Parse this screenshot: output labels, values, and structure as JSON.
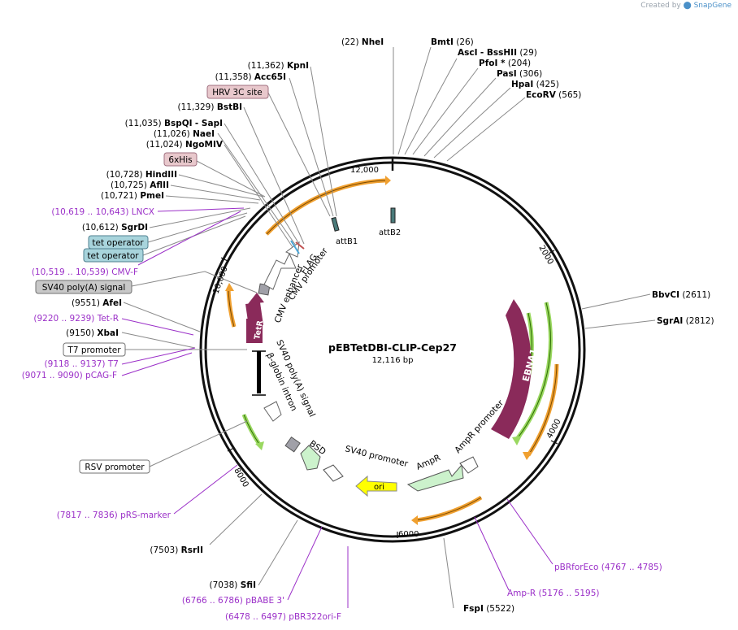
{
  "credit": {
    "created_by": "Created by",
    "brand": "SnapGene"
  },
  "plasmid": {
    "name": "pEBTetDBI-CLIP-Cep27",
    "length_label": "12,116 bp",
    "length": 12116
  },
  "colors": {
    "site_text": "#000000",
    "primer": "#9b30c8",
    "leader": "#8a8a8a",
    "orange": "#f0a030",
    "green": "#9ad860",
    "maroon": "#8a2a5a",
    "yellow": "#ffff00",
    "ampr": "#ccf2cc",
    "hrv": "#e8c8cc",
    "tetop": "#a8d4dc",
    "polya": "#c8c8c8"
  },
  "ticks": [
    "2000",
    "4000",
    "6000",
    "8000",
    "10,000",
    "12,000"
  ],
  "sites_right": [
    {
      "pos": "(22)",
      "name": "NheI",
      "bp": 22
    },
    {
      "pos": "(26)",
      "name": "BmtI",
      "bp": 26,
      "name_first": true
    },
    {
      "pos": "(29)",
      "name": "AscI",
      "extra": "- BssHII",
      "bp": 29,
      "name_first": true
    },
    {
      "pos": "(204)",
      "name": "PfoI *",
      "bp": 204,
      "name_first": true
    },
    {
      "pos": "(306)",
      "name": "PasI",
      "bp": 306,
      "name_first": true
    },
    {
      "pos": "(425)",
      "name": "HpaI",
      "bp": 425,
      "name_first": true
    },
    {
      "pos": "(565)",
      "name": "EcoRV",
      "bp": 565,
      "name_first": true
    },
    {
      "pos": "(2611)",
      "name": "BbvCI",
      "bp": 2611,
      "name_first": true
    },
    {
      "pos": "(2812)",
      "name": "SgrAI",
      "bp": 2812,
      "name_first": true
    },
    {
      "pos": "(5522)",
      "name": "FspI",
      "bp": 5522,
      "name_first": true
    }
  ],
  "sites_left": [
    {
      "pos": "(11,362)",
      "name": "KpnI"
    },
    {
      "pos": "(11,358)",
      "name": "Acc65I"
    },
    {
      "pos": "(11,329)",
      "name": "BstBI"
    },
    {
      "pos": "(11,035)",
      "name": "BspQI",
      "extra": "- SapI"
    },
    {
      "pos": "(11,026)",
      "name": "NaeI"
    },
    {
      "pos": "(11,024)",
      "name": "NgoMIV"
    },
    {
      "pos": "(10,728)",
      "name": "HindIII"
    },
    {
      "pos": "(10,725)",
      "name": "AflII"
    },
    {
      "pos": "(10,721)",
      "name": "PmeI"
    },
    {
      "pos": "(10,612)",
      "name": "SgrDI"
    },
    {
      "pos": "(9551)",
      "name": "AfeI"
    },
    {
      "pos": "(9150)",
      "name": "XbaI"
    },
    {
      "pos": "(7503)",
      "name": "RsrII"
    },
    {
      "pos": "(7038)",
      "name": "SfiI"
    }
  ],
  "primers": [
    {
      "range": "(10,619 .. 10,643)",
      "name": "LNCX"
    },
    {
      "range": "(10,519 .. 10,539)",
      "name": "CMV-F"
    },
    {
      "range": "(9220 .. 9239)",
      "name": "Tet-R"
    },
    {
      "range": "(9118 .. 9137)",
      "name": "T7"
    },
    {
      "range": "(9071 .. 9090)",
      "name": "pCAG-F"
    },
    {
      "range": "(7817 .. 7836)",
      "name": "pRS-marker"
    },
    {
      "range": "(6766 .. 6786)",
      "name": "pBABE 3'"
    },
    {
      "range": "(6478 .. 6497)",
      "name": "pBR322ori-F"
    },
    {
      "range": "(5176 .. 5195)",
      "name": "Amp-R"
    },
    {
      "range": "(4767 .. 4785)",
      "name": "pBRforEco"
    }
  ],
  "boxed_features": [
    {
      "label": "HRV 3C site",
      "style": "hrv"
    },
    {
      "label": "6xHis",
      "style": "hrv"
    },
    {
      "label": "tet operator",
      "style": "tetop"
    },
    {
      "label": "tet operator",
      "style": "tetop"
    },
    {
      "label": "SV40 poly(A) signal",
      "style": "polya"
    },
    {
      "label": "T7 promoter",
      "style": "plain"
    },
    {
      "label": "RSV promoter",
      "style": "plain"
    }
  ],
  "inner_labels": {
    "attB1": "attB1",
    "attB2": "attB2",
    "flag": "FLAG",
    "cmv_promoter": "CMV promoter",
    "cmv_enhancer": "CMV enhancer",
    "tetr": "TetR",
    "sv40_polya": "SV40 poly(A) signal",
    "bglobin": "β-globin intron",
    "bsd": "BSD",
    "sv40_promoter": "SV40 promoter",
    "ori": "ori",
    "ampr": "AmpR",
    "ampr_promoter": "AmpR promoter",
    "ebna1": "EBNA1"
  }
}
